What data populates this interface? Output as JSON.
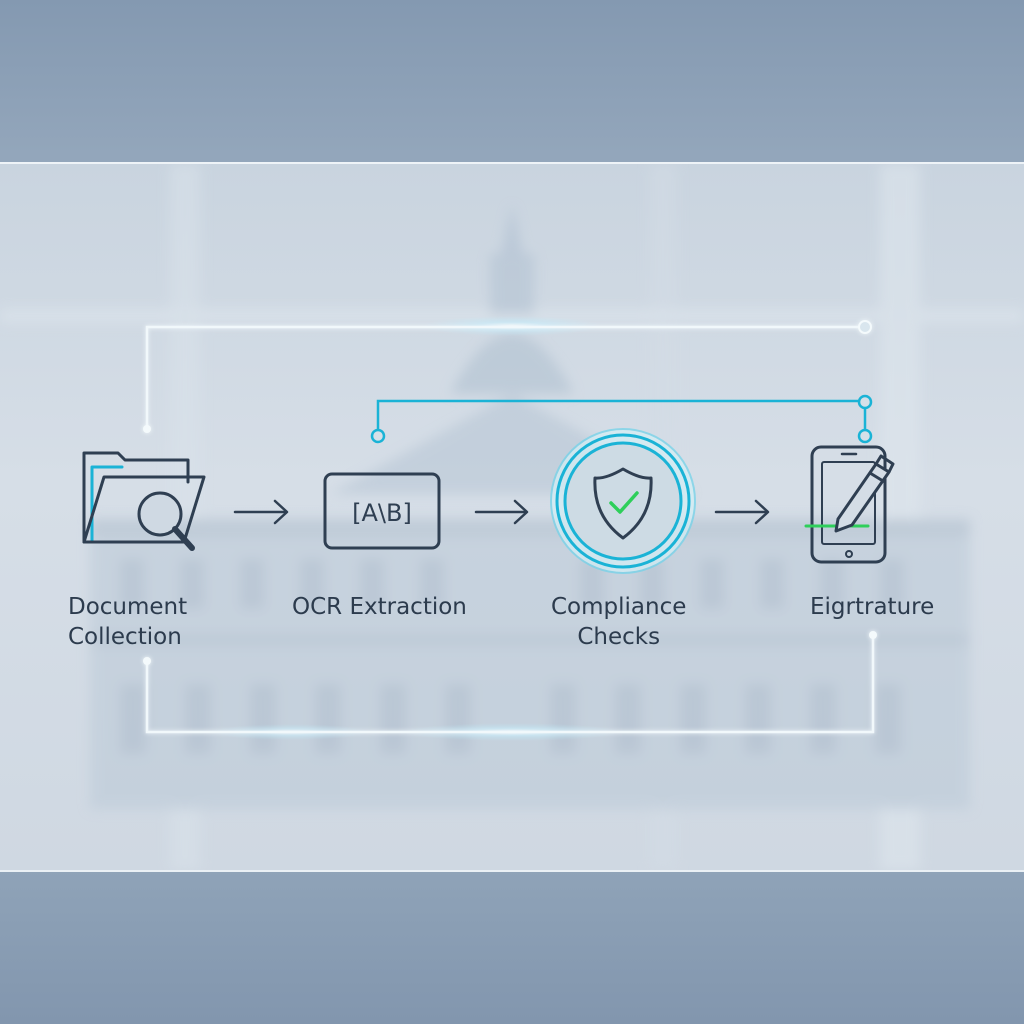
{
  "diagram": {
    "steps": [
      {
        "id": "document-collection",
        "label": "Document\nCollection",
        "icon": "folder-search-icon"
      },
      {
        "id": "ocr-extraction",
        "label": "OCR Extraction",
        "icon": "ocr-frame-icon",
        "icon_text": "[A\\B]"
      },
      {
        "id": "compliance-checks",
        "label": "Compliance\nChecks",
        "icon": "shield-check-icon"
      },
      {
        "id": "esignature",
        "label": "Eigrtrature",
        "icon": "tablet-pen-icon"
      }
    ],
    "arrows": [
      "right-arrow-icon",
      "right-arrow-icon",
      "right-arrow-icon"
    ]
  },
  "colors": {
    "line_dark": "#2f3f52",
    "accent_cyan": "#1ab3d6",
    "accent_green": "#2ecf5a",
    "connector_light": "#eef7fb",
    "label_text": "#2c3b4d"
  }
}
